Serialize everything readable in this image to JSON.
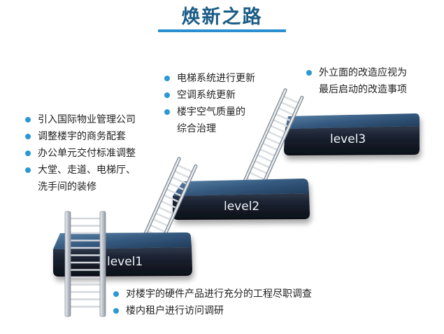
{
  "title": "焕新之路",
  "levels": [
    {
      "label": "level1"
    },
    {
      "label": "level2"
    },
    {
      "label": "level3"
    }
  ],
  "notes": {
    "level1_top": [
      {
        "text": "引入国际物业管理公司"
      },
      {
        "text": "调整楼宇的商务配套"
      },
      {
        "text": "办公单元交付标准调整"
      },
      {
        "text": "大堂、走道、电梯厅、",
        "cont": "洗手间的装修"
      }
    ],
    "level2_top": [
      {
        "text": "电梯系统进行更新"
      },
      {
        "text": "空调系统更新"
      },
      {
        "text": "楼宇空气质量的",
        "cont": "综合治理"
      }
    ],
    "level3_top": [
      {
        "text": "外立面的改造应视为",
        "cont": "最后启动的改造事项"
      }
    ],
    "level1_bottom": [
      {
        "text": "对楼宇的硬件产品进行充分的工程尽职调查"
      },
      {
        "text": "楼内租户进行访问调研"
      }
    ]
  },
  "colors": {
    "title": "#1b5c86",
    "title_rule": "#2a8fd1",
    "bullet": "#2a98d5",
    "platform_top": "#3c638a",
    "platform_front": "#1a1f2a",
    "ladder": "#c9ced6"
  }
}
